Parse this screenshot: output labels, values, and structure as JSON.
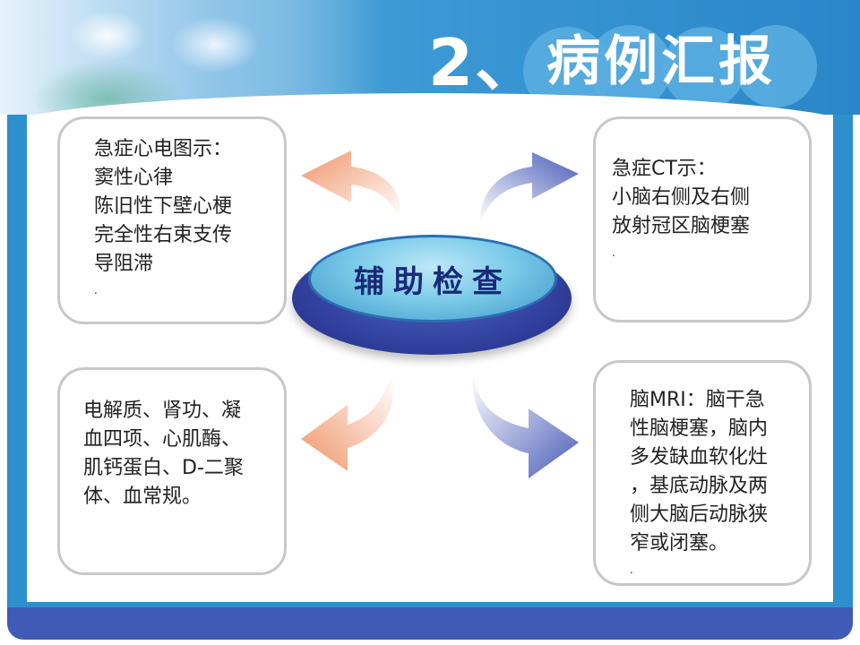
{
  "header": {
    "number": "2、",
    "title": "病例汇报"
  },
  "center": {
    "label": "辅助检查"
  },
  "boxes": {
    "top_left": {
      "lines": [
        "急症心电图示：",
        "窦性心律",
        "陈旧性下壁心梗",
        "完全性右束支传",
        "导阻滞"
      ],
      "dot": "."
    },
    "top_right": {
      "lines": [
        "急症CT示：",
        "小脑右侧及右侧",
        "放射冠区脑梗塞"
      ],
      "dot": "."
    },
    "bottom_left": {
      "lines": [
        "电解质、肾功、凝",
        "血四项、心肌酶、",
        "肌钙蛋白、D-二聚",
        "体、血常规。"
      ]
    },
    "bottom_right": {
      "lines": [
        "脑MRI：脑干急",
        "性脑梗塞，脑内",
        "多发缺血软化灶",
        "，基底动脉及两",
        "侧大脑后动脉狭",
        "窄或闭塞。"
      ],
      "dot": "."
    }
  },
  "colors": {
    "header_blue": "#2a86c8",
    "frame_blue": "#2e8fce",
    "footer_blue": "#3f5bb5",
    "arrow_orange": "#f0956a",
    "arrow_blue": "#4a5db8",
    "label_navy": "#1a2a78"
  }
}
